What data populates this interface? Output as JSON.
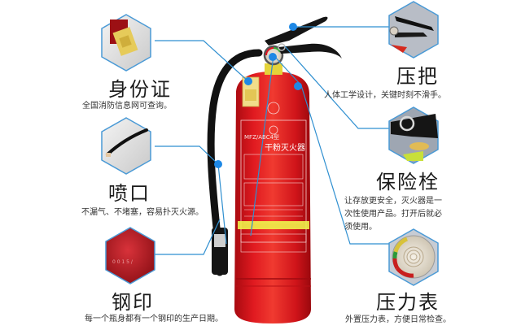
{
  "diagram": {
    "subject": "fire-extinguisher",
    "accent_color": "#2f8fd0",
    "dot_color": "#1e88e5",
    "body_color": "#d8141b",
    "parts": [
      {
        "id": "id-tag",
        "title": "身份证",
        "desc": "全国消防信息网可查询。",
        "icon": "tag-icon"
      },
      {
        "id": "handle",
        "title": "压把",
        "desc": "人体工学设计，关键时刻不滑手。",
        "icon": "handle-icon"
      },
      {
        "id": "nozzle",
        "title": "喷口",
        "desc": "不漏气、不堵塞，容易扑灭火源。",
        "icon": "nozzle-icon"
      },
      {
        "id": "safety-pin",
        "title": "保险栓",
        "desc_lines": [
          "让存放更安全，灭火器是一",
          "次性使用产品。打开后就必",
          "须使用。"
        ],
        "icon": "pin-icon"
      },
      {
        "id": "steel-stamp",
        "title": "钢印",
        "desc": "每一个瓶身都有一个钢印的生产日期。",
        "icon": "stamp-icon"
      },
      {
        "id": "pressure-gauge",
        "title": "压力表",
        "desc": "外置压力表，方便日常检查。",
        "icon": "gauge-icon"
      }
    ],
    "extinguisher_label": {
      "model": "MFZ/ABC4型",
      "type": "干粉灭火器"
    }
  }
}
